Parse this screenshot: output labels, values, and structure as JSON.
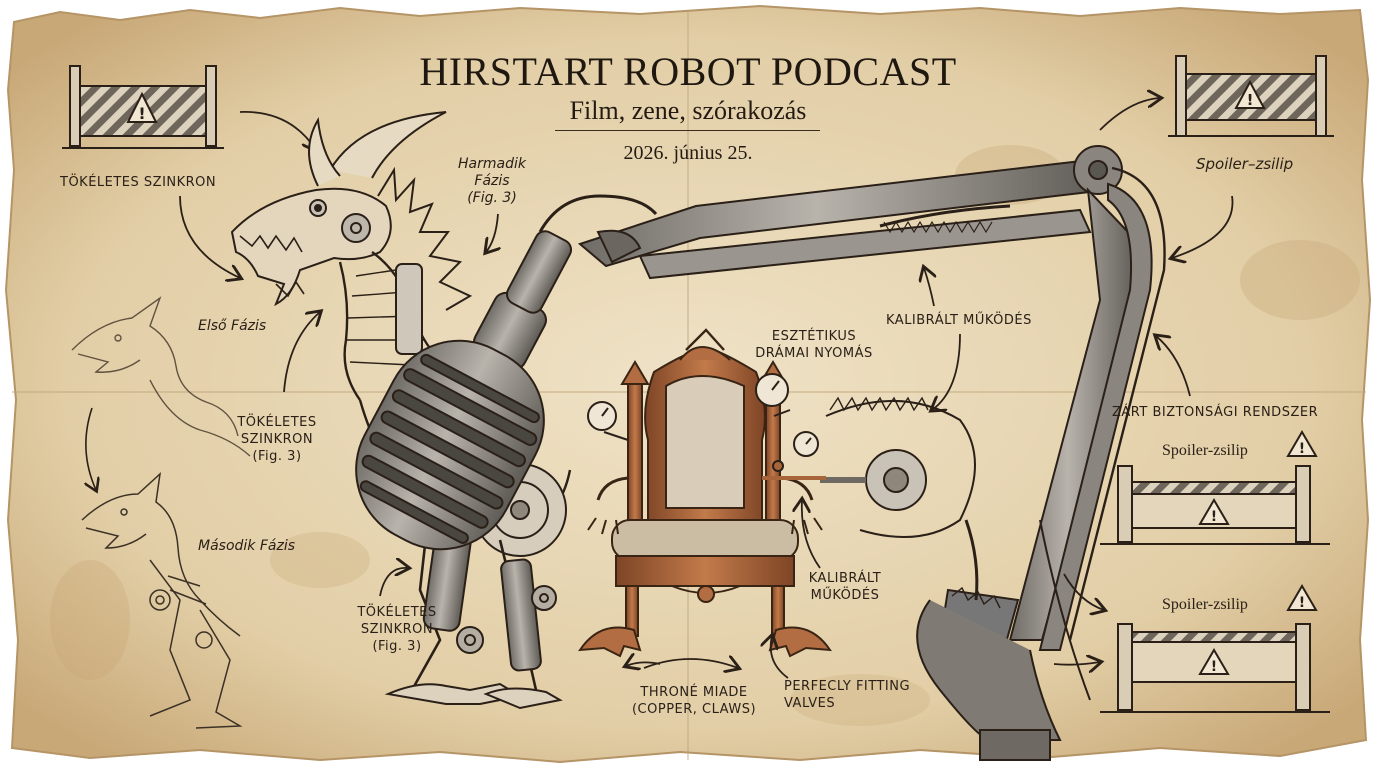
{
  "header": {
    "title": "HIRSTART ROBOT PODCAST",
    "subtitle": "Film, zene, szórakozás",
    "date": "2026. június 25."
  },
  "labels": {
    "tokeletes_szinkron_top": "TÖKÉLETES SZINKRON",
    "harmadik_fazis": [
      "Harmadik",
      "Fázis",
      "(Fig. 3)"
    ],
    "elso_fazis": "Első Fázis",
    "tokeletes_szinkron_mid": [
      "TÖKÉLETES",
      "SZINKRON",
      "(Fig. 3)"
    ],
    "masodik_fazis": "Második Fázis",
    "tokeletes_szinkron_low": [
      "TÖKÉLETES",
      "SZINKRON",
      "(Fig. 3)"
    ],
    "esztetikus": [
      "ESZTÉTIKUS",
      "DRÁMAI NYOMÁS"
    ],
    "kalibralt_top": "KALIBRÁLT MŰKÖDÉS",
    "kalibralt_low": [
      "KALIBRÁLT",
      "MŰKÖDÉS"
    ],
    "throne": [
      "THRONÉ MIADE",
      "(COPPER, CLAWS)"
    ],
    "valves": [
      "PERFECLY FITTING",
      "VALVES"
    ],
    "spoiler_top": "Spoiler–zsilip",
    "zart": "ZÁRT BIZTONSÁGI RENDSZER",
    "spoiler_mid": "Spoiler-zsilip",
    "spoiler_low": "Spoiler-zsilip"
  },
  "colors": {
    "paper": "#e7d6b4",
    "paper_edge": "#c9ad7c",
    "ink": "#2a2018",
    "copper": "#a8653a",
    "metal": "#8e8a84"
  },
  "icons": [
    "warning-icon",
    "barrier-icon",
    "dragon-sketch",
    "microphone",
    "boom-arm",
    "throne",
    "gauge"
  ]
}
